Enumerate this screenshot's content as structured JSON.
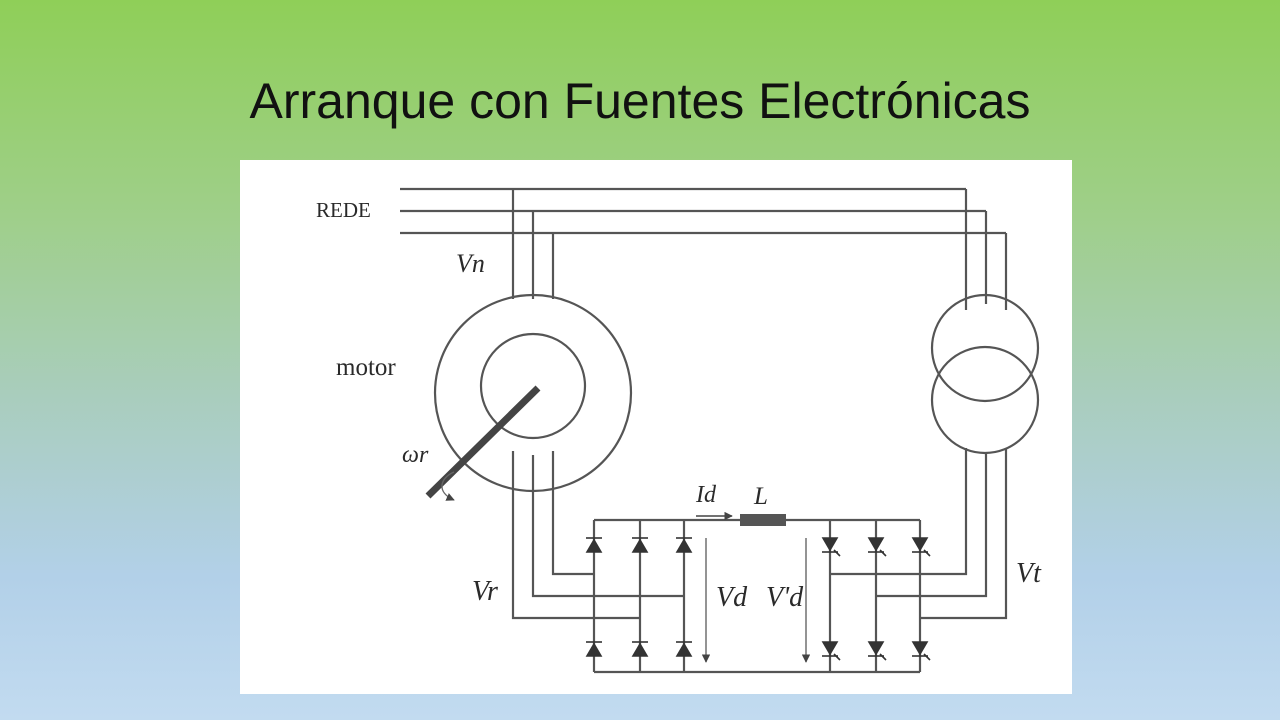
{
  "slide": {
    "title": "Arranque con Fuentes Electrónicas"
  },
  "diagram": {
    "labels": {
      "grid": "REDE",
      "vn": "Vn",
      "motor": "motor",
      "omega": "ωr",
      "vr": "Vr",
      "id": "Id",
      "inductor": "L",
      "vd": "Vd",
      "vd_prime": "V'd",
      "vt": "Vt"
    }
  }
}
